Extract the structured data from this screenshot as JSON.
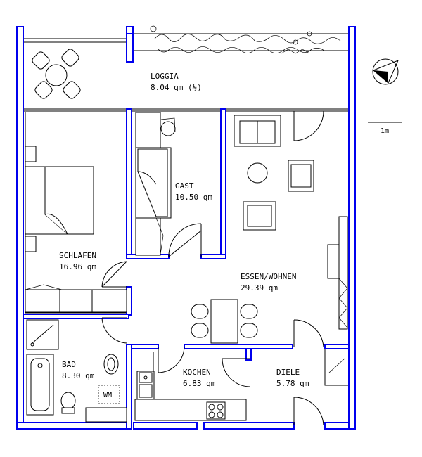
{
  "rooms": {
    "loggia": {
      "name": "LOGGIA",
      "area": "8.04  qm  (½)"
    },
    "gast": {
      "name": "GAST",
      "area": "10.50  qm"
    },
    "schlafen": {
      "name": "SCHLAFEN",
      "area": "16.96  qm"
    },
    "wohnen": {
      "name": "ESSEN/WOHNEN",
      "area": "29.39  qm"
    },
    "bad": {
      "name": "BAD",
      "area": "8.30  qm"
    },
    "kochen": {
      "name": "KOCHEN",
      "area": "6.83  qm"
    },
    "diele": {
      "name": "DIELE",
      "area": "5.78  qm"
    }
  },
  "scale": {
    "label": "1m"
  },
  "fixtures": {
    "washer": "WM"
  },
  "colors": {
    "walls": "#0000ee",
    "lines": "#000000"
  },
  "icons": {
    "north": "north-arrow-icon"
  }
}
